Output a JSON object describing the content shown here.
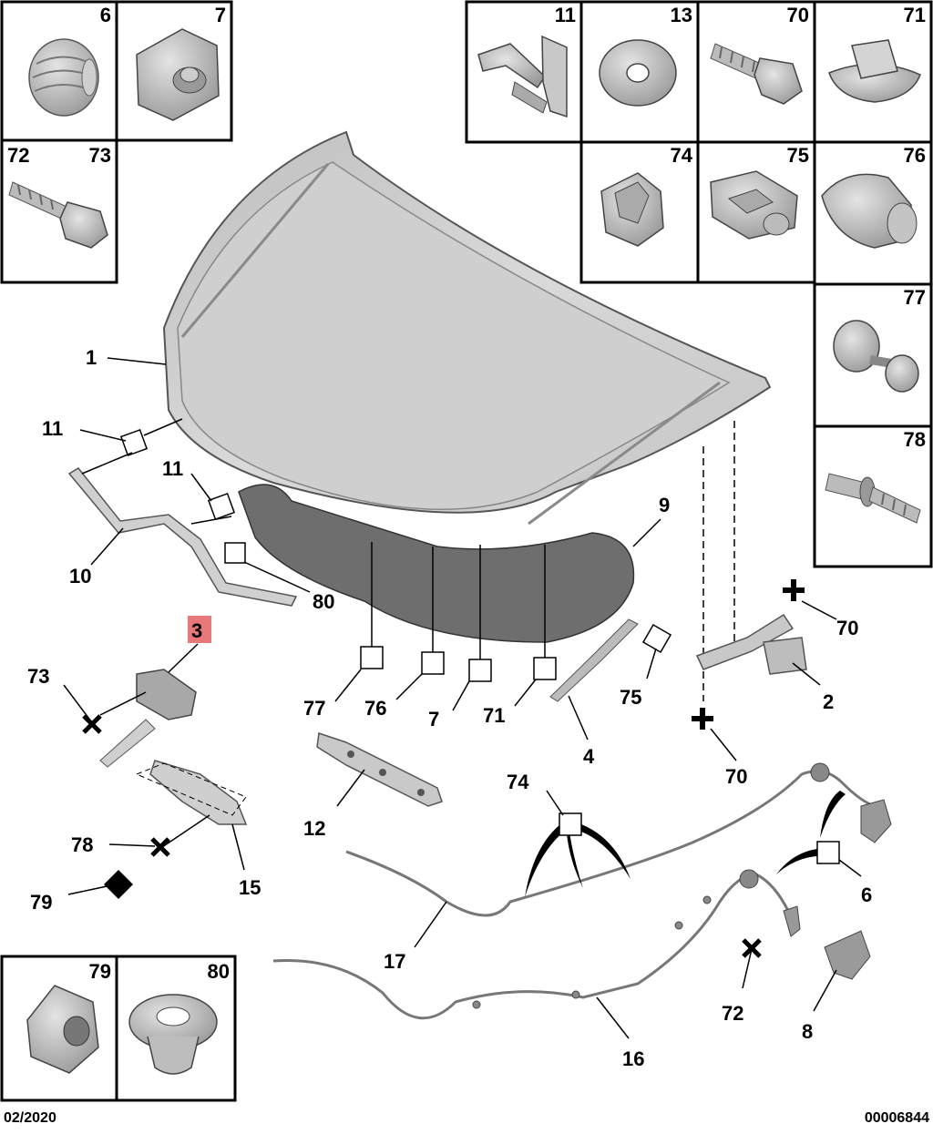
{
  "inset_boxes": [
    {
      "id": "6",
      "label": "6"
    },
    {
      "id": "7",
      "label": "7"
    },
    {
      "id": "72-73",
      "label_a": "72",
      "label_b": "73"
    },
    {
      "id": "11",
      "label": "11"
    },
    {
      "id": "13",
      "label": "13"
    },
    {
      "id": "70",
      "label": "70"
    },
    {
      "id": "71",
      "label": "71"
    },
    {
      "id": "74",
      "label": "74"
    },
    {
      "id": "75",
      "label": "75"
    },
    {
      "id": "76",
      "label": "76"
    },
    {
      "id": "77",
      "label": "77"
    },
    {
      "id": "78",
      "label": "78"
    },
    {
      "id": "79",
      "label": "79"
    },
    {
      "id": "80",
      "label": "80"
    }
  ],
  "callouts": {
    "c1": "1",
    "c11a": "11",
    "c11b": "11",
    "c10": "10",
    "c80": "80",
    "c9": "9",
    "c3": "3",
    "c73": "73",
    "c77": "77",
    "c76": "76",
    "c7": "7",
    "c71": "71",
    "c75": "75",
    "c4": "4",
    "c70a": "70",
    "c70b": "70",
    "c2": "2",
    "c12": "12",
    "c74": "74",
    "c78": "78",
    "c15": "15",
    "c79": "79",
    "c6": "6",
    "c17": "17",
    "c72": "72",
    "c8": "8",
    "c16": "16"
  },
  "highlight": {
    "callout": "3",
    "color": "#e8787a"
  },
  "footer": {
    "date": "02/2020",
    "reference": "00006844"
  }
}
